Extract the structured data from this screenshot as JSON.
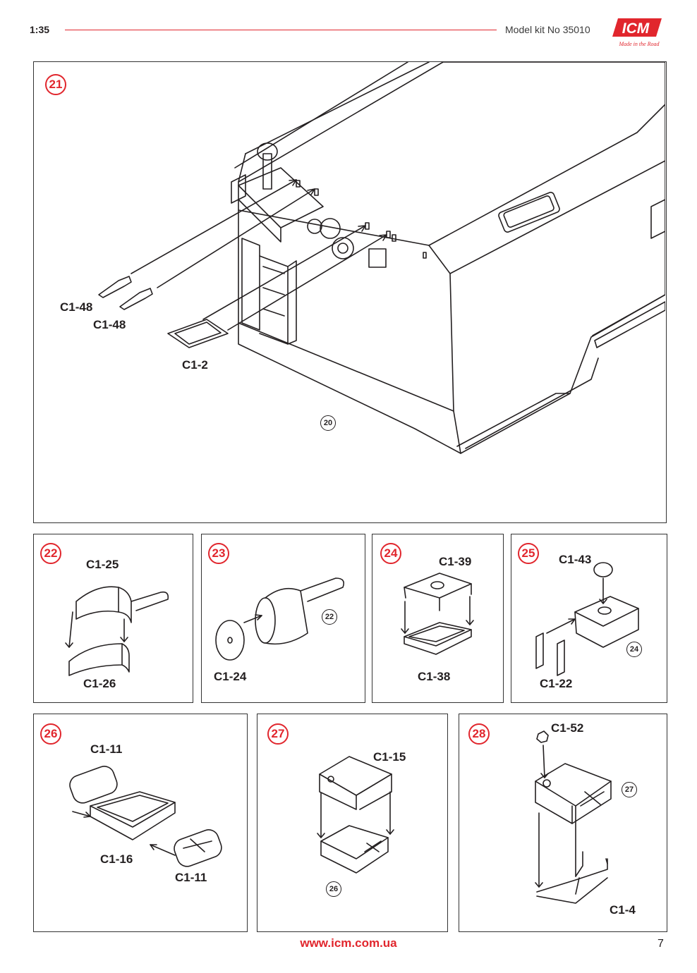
{
  "header": {
    "scale": "1:35",
    "kit": "Model kit No 35010",
    "logo_text": "ICM",
    "logo_tagline": "Made in the Road"
  },
  "colors": {
    "accent": "#e1262d",
    "ink": "#231f20"
  },
  "steps": [
    {
      "number": "21",
      "parts": [
        "C1-48",
        "C1-48",
        "C1-2"
      ],
      "refs": [
        "20"
      ]
    },
    {
      "number": "22",
      "parts": [
        "C1-25",
        "C1-26"
      ],
      "refs": []
    },
    {
      "number": "23",
      "parts": [
        "C1-24"
      ],
      "refs": [
        "22"
      ]
    },
    {
      "number": "24",
      "parts": [
        "C1-39",
        "C1-38"
      ],
      "refs": []
    },
    {
      "number": "25",
      "parts": [
        "C1-43",
        "C1-22"
      ],
      "refs": [
        "24"
      ]
    },
    {
      "number": "26",
      "parts": [
        "C1-11",
        "C1-16",
        "C1-11"
      ],
      "refs": []
    },
    {
      "number": "27",
      "parts": [
        "C1-15"
      ],
      "refs": [
        "26"
      ]
    },
    {
      "number": "28",
      "parts": [
        "C1-52",
        "C1-4"
      ],
      "refs": [
        "27"
      ]
    }
  ],
  "footer": {
    "url": "www.icm.com.ua",
    "page": "7"
  }
}
